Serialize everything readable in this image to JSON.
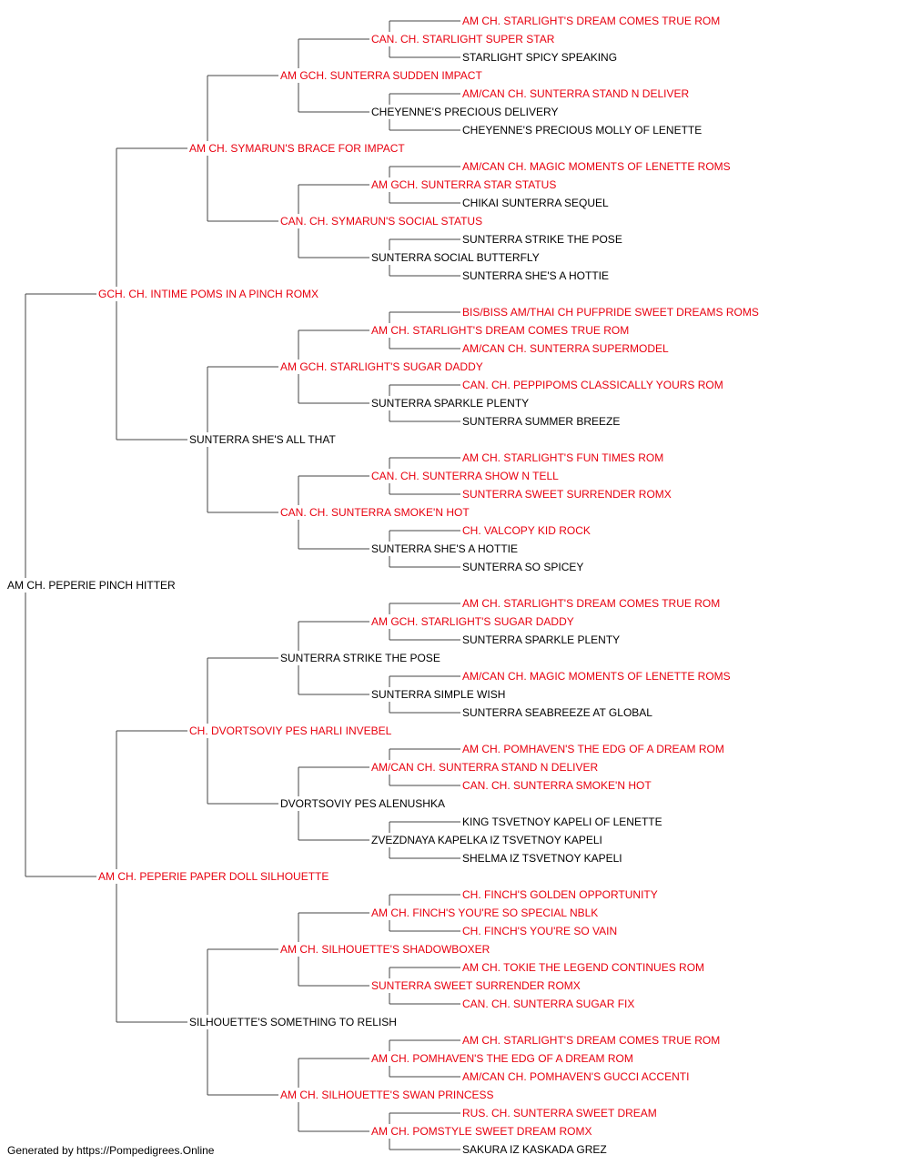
{
  "colors": {
    "titled": "#e8000f",
    "plain": "#000000",
    "connector": "#444444"
  },
  "pedigree": {
    "name": "AM CH. PEPERIE PINCH HITTER",
    "titled": false,
    "sire": {
      "name": "GCH. CH. INTIME POMS IN A PINCH ROMX",
      "titled": true,
      "sire": {
        "name": "AM CH. SYMARUN'S BRACE FOR IMPACT",
        "titled": true,
        "sire": {
          "name": "AM GCH. SUNTERRA SUDDEN IMPACT",
          "titled": true,
          "sire": {
            "name": "CAN. CH. STARLIGHT SUPER STAR",
            "titled": true,
            "sire": {
              "name": "AM CH. STARLIGHT'S DREAM COMES TRUE ROM",
              "titled": true
            },
            "dam": {
              "name": "STARLIGHT SPICY SPEAKING",
              "titled": false
            }
          },
          "dam": {
            "name": "CHEYENNE'S PRECIOUS DELIVERY",
            "titled": false,
            "sire": {
              "name": "AM/CAN CH. SUNTERRA STAND N DELIVER",
              "titled": true
            },
            "dam": {
              "name": "CHEYENNE'S PRECIOUS MOLLY OF LENETTE",
              "titled": false
            }
          }
        },
        "dam": {
          "name": "CAN. CH. SYMARUN'S SOCIAL STATUS",
          "titled": true,
          "sire": {
            "name": "AM GCH. SUNTERRA STAR STATUS",
            "titled": true,
            "sire": {
              "name": "AM/CAN CH. MAGIC MOMENTS OF LENETTE ROMS",
              "titled": true
            },
            "dam": {
              "name": "CHIKAI SUNTERRA SEQUEL",
              "titled": false
            }
          },
          "dam": {
            "name": "SUNTERRA SOCIAL BUTTERFLY",
            "titled": false,
            "sire": {
              "name": "SUNTERRA STRIKE THE POSE",
              "titled": false
            },
            "dam": {
              "name": "SUNTERRA SHE'S A HOTTIE",
              "titled": false
            }
          }
        }
      },
      "dam": {
        "name": "SUNTERRA SHE'S ALL THAT",
        "titled": false,
        "sire": {
          "name": "AM GCH. STARLIGHT'S SUGAR DADDY",
          "titled": true,
          "sire": {
            "name": "AM CH. STARLIGHT'S DREAM COMES TRUE ROM",
            "titled": true,
            "sire": {
              "name": "BIS/BISS AM/THAI CH PUFPRIDE SWEET DREAMS ROMS",
              "titled": true
            },
            "dam": {
              "name": "AM/CAN CH. SUNTERRA SUPERMODEL",
              "titled": true
            }
          },
          "dam": {
            "name": "SUNTERRA SPARKLE PLENTY",
            "titled": false,
            "sire": {
              "name": "CAN. CH. PEPPIPOMS CLASSICALLY YOURS ROM",
              "titled": true
            },
            "dam": {
              "name": "SUNTERRA SUMMER BREEZE",
              "titled": false
            }
          }
        },
        "dam": {
          "name": "CAN. CH. SUNTERRA SMOKE'N HOT",
          "titled": true,
          "sire": {
            "name": "CAN. CH. SUNTERRA SHOW N TELL",
            "titled": true,
            "sire": {
              "name": "AM CH. STARLIGHT'S FUN TIMES ROM",
              "titled": true
            },
            "dam": {
              "name": "SUNTERRA SWEET SURRENDER ROMX",
              "titled": true
            }
          },
          "dam": {
            "name": "SUNTERRA SHE'S A HOTTIE",
            "titled": false,
            "sire": {
              "name": "CH. VALCOPY KID ROCK",
              "titled": true
            },
            "dam": {
              "name": "SUNTERRA SO SPICEY",
              "titled": false
            }
          }
        }
      }
    },
    "dam": {
      "name": "AM CH. PEPERIE PAPER DOLL SILHOUETTE",
      "titled": true,
      "sire": {
        "name": "CH. DVORTSOVIY PES HARLI INVEBEL",
        "titled": true,
        "sire": {
          "name": "SUNTERRA STRIKE THE POSE",
          "titled": false,
          "sire": {
            "name": "AM GCH. STARLIGHT'S SUGAR DADDY",
            "titled": true,
            "sire": {
              "name": "AM CH. STARLIGHT'S DREAM COMES TRUE ROM",
              "titled": true
            },
            "dam": {
              "name": "SUNTERRA SPARKLE PLENTY",
              "titled": false
            }
          },
          "dam": {
            "name": "SUNTERRA SIMPLE WISH",
            "titled": false,
            "sire": {
              "name": "AM/CAN CH. MAGIC MOMENTS OF LENETTE ROMS",
              "titled": true
            },
            "dam": {
              "name": "SUNTERRA SEABREEZE AT GLOBAL",
              "titled": false
            }
          }
        },
        "dam": {
          "name": "DVORTSOVIY PES ALENUSHKA",
          "titled": false,
          "sire": {
            "name": "AM/CAN CH. SUNTERRA STAND N DELIVER",
            "titled": true,
            "sire": {
              "name": "AM CH. POMHAVEN'S THE EDG OF A DREAM ROM",
              "titled": true
            },
            "dam": {
              "name": "CAN. CH. SUNTERRA SMOKE'N HOT",
              "titled": true
            }
          },
          "dam": {
            "name": "ZVEZDNAYA KAPELKA IZ TSVETNOY KAPELI",
            "titled": false,
            "sire": {
              "name": "KING TSVETNOY KAPELI OF LENETTE",
              "titled": false
            },
            "dam": {
              "name": "SHELMA IZ TSVETNOY KAPELI",
              "titled": false
            }
          }
        }
      },
      "dam": {
        "name": "SILHOUETTE'S SOMETHING TO RELISH",
        "titled": false,
        "sire": {
          "name": "AM CH. SILHOUETTE'S SHADOWBOXER",
          "titled": true,
          "sire": {
            "name": "AM CH. FINCH'S YOU'RE SO SPECIAL NBLK",
            "titled": true,
            "sire": {
              "name": "CH. FINCH'S GOLDEN OPPORTUNITY",
              "titled": true
            },
            "dam": {
              "name": "CH. FINCH'S YOU'RE SO VAIN",
              "titled": true
            }
          },
          "dam": {
            "name": "SUNTERRA SWEET SURRENDER ROMX",
            "titled": true,
            "sire": {
              "name": "AM CH. TOKIE THE LEGEND CONTINUES ROM",
              "titled": true
            },
            "dam": {
              "name": "CAN. CH. SUNTERRA SUGAR FIX",
              "titled": true
            }
          }
        },
        "dam": {
          "name": "AM CH. SILHOUETTE'S SWAN PRINCESS",
          "titled": true,
          "sire": {
            "name": "AM CH. POMHAVEN'S THE EDG OF A DREAM ROM",
            "titled": true,
            "sire": {
              "name": "AM CH. STARLIGHT'S DREAM COMES TRUE ROM",
              "titled": true
            },
            "dam": {
              "name": "AM/CAN CH. POMHAVEN'S GUCCI ACCENTI",
              "titled": true
            }
          },
          "dam": {
            "name": "AM CH. POMSTYLE SWEET DREAM ROMX",
            "titled": true,
            "sire": {
              "name": "RUS. CH. SUNTERRA SWEET DREAM",
              "titled": true
            },
            "dam": {
              "name": "SAKURA IZ KASKADA GREZ",
              "titled": false
            }
          }
        }
      }
    }
  },
  "footer": {
    "text": "Generated by https://Pompedigrees.Online"
  }
}
